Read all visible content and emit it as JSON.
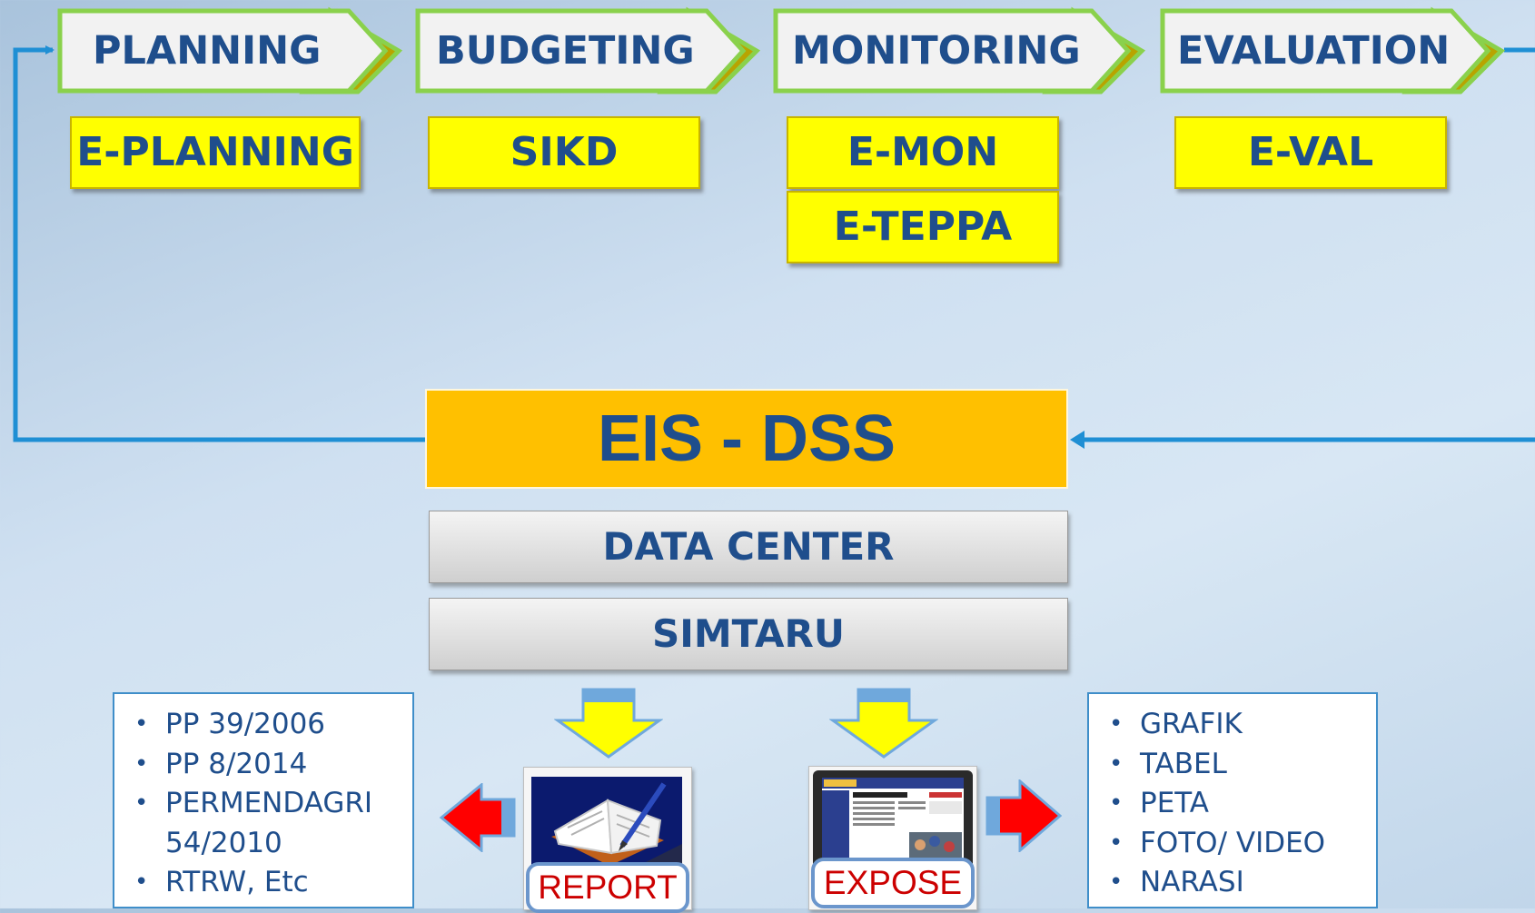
{
  "stages": [
    {
      "label": "PLANNING"
    },
    {
      "label": "BUDGETING"
    },
    {
      "label": "MONITORING"
    },
    {
      "label": "EVALUATION"
    }
  ],
  "systems": {
    "planning": "E-PLANNING",
    "budgeting": "SIKD",
    "monitoring": [
      "E-MON",
      "E-TEPPA"
    ],
    "evaluation": "E-VAL"
  },
  "core": {
    "eis": "EIS - DSS",
    "data_center": "DATA CENTER",
    "simtaru": "SIMTARU"
  },
  "report": {
    "label": "REPORT",
    "items": [
      "PP 39/2006",
      "PP 8/2014",
      "PERMENDAGRI 54/2010",
      "RTRW, Etc"
    ]
  },
  "expose": {
    "label": "EXPOSE",
    "items": [
      "GRAFIK",
      "TABEL",
      "PETA",
      "FOTO/ VIDEO",
      "NARASI"
    ]
  },
  "icons": {
    "report_tile": "open-book-pen-icon",
    "expose_tile": "monitor-webpage-icon",
    "down_arrow": "yellow-down-arrow-icon",
    "left_arrow": "red-left-arrow-icon",
    "right_arrow": "red-right-arrow-icon"
  },
  "colors": {
    "text_blue": "#1f4e8c",
    "chevron_fill": "#f2f2f2",
    "chevron_border": "#8ad14c",
    "chevron_tail": "#b8a400",
    "system_yellow": "#ffff00",
    "eis_orange": "#ffc000",
    "connector": "#1f8fd4",
    "arrow_red": "#ff0000"
  }
}
